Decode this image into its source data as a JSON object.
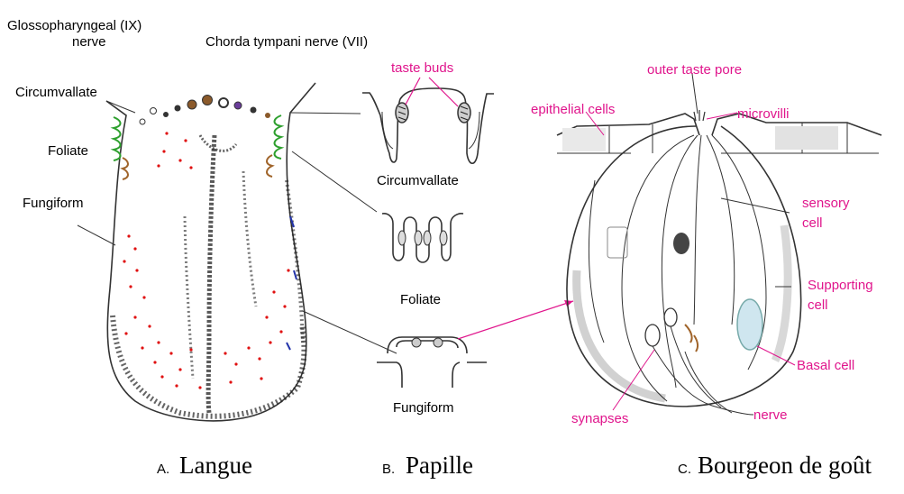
{
  "tongue": {
    "glosso_line1": "Glossopharyngeal (IX)",
    "glosso_line2": "nerve",
    "chorda": "Chorda tympani nerve (VII)",
    "circumvallate": "Circumvallate",
    "foliate": "Foliate",
    "fungiform": "Fungiform"
  },
  "papilla": {
    "taste_buds": "taste buds",
    "circumvallate": "Circumvallate",
    "foliate": "Foliate",
    "fungiform": "Fungiform"
  },
  "bud": {
    "outer_taste_pore": "outer taste pore",
    "epithelial_cells": "epithelial cells",
    "microvilli": "microvilli",
    "sensory_line1": "sensory",
    "sensory_line2": "cell",
    "supporting_line1": "Supporting",
    "supporting_line2": "cell",
    "basal_cell": "Basal cell",
    "synapses": "synapses",
    "nerve": "nerve"
  },
  "captions": {
    "a_letter": "A.",
    "a_text": "Langue",
    "b_letter": "B.",
    "b_text": "Papille",
    "c_letter": "C.",
    "c_text": "Bourgeon de goût"
  },
  "colors": {
    "pink_label": "#e0158c",
    "taste_dots": "#e01010",
    "foliate_green": "#2ea02e",
    "foliate_brown": "#a0642a"
  }
}
